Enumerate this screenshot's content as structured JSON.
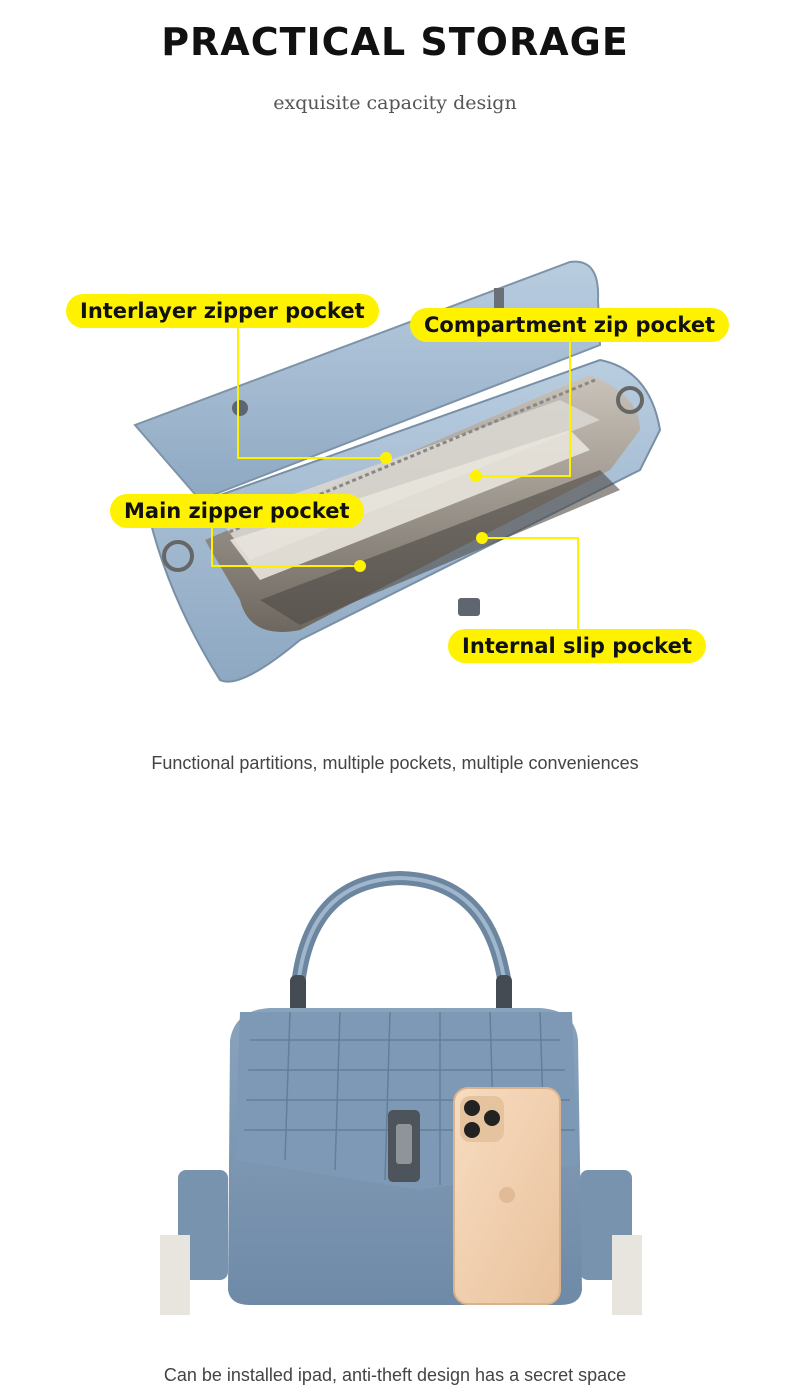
{
  "header": {
    "title": "PRACTICAL STORAGE",
    "subtitle": "exquisite capacity design"
  },
  "interior_section": {
    "callouts": {
      "interlayer": "Interlayer zipper pocket",
      "compartment": "Compartment zip pocket",
      "main": "Main zipper pocket",
      "slip": "Internal slip pocket"
    },
    "caption": "Functional partitions, multiple pockets, multiple conveniences"
  },
  "exterior_section": {
    "caption": "Can be installed ipad, anti-theft design has a secret space"
  },
  "colors": {
    "callout_yellow": "#fff200",
    "bag_blue": "#7f9bb8",
    "phone_gold": "#f1cfae"
  }
}
